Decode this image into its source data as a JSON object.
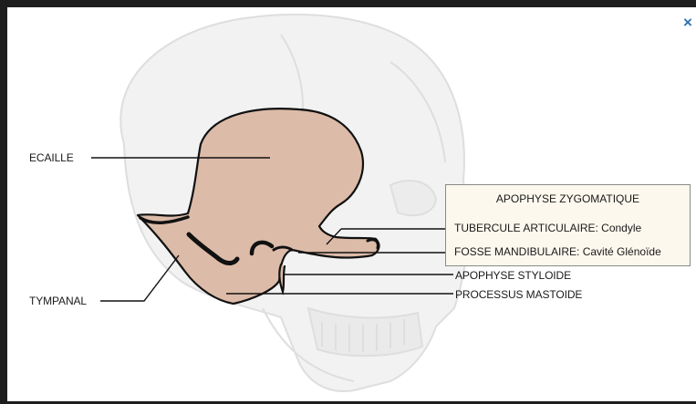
{
  "close": {
    "glyph": "×"
  },
  "labels": {
    "ecaille": "ECAILLE",
    "tympanal": "TYMPANAL",
    "apophyse_styloide": "APOPHYSE STYLOIDE",
    "processus_mastoide": "PROCESSUS MASTOIDE"
  },
  "zygomatic_box": {
    "title": "APOPHYSE ZYGOMATIQUE",
    "tubercule": "TUBERCULE ARTICULAIRE: Condyle",
    "fosse": "FOSSE MANDIBULAIRE: Cavité Glénoïde"
  },
  "colors": {
    "bone_fill": "#dcbba8",
    "skull_ghost": "#f1f1f1",
    "skull_ghost_line": "#dedede",
    "box_fill": "#fdf8ed",
    "close_color": "#2f6fb4"
  }
}
